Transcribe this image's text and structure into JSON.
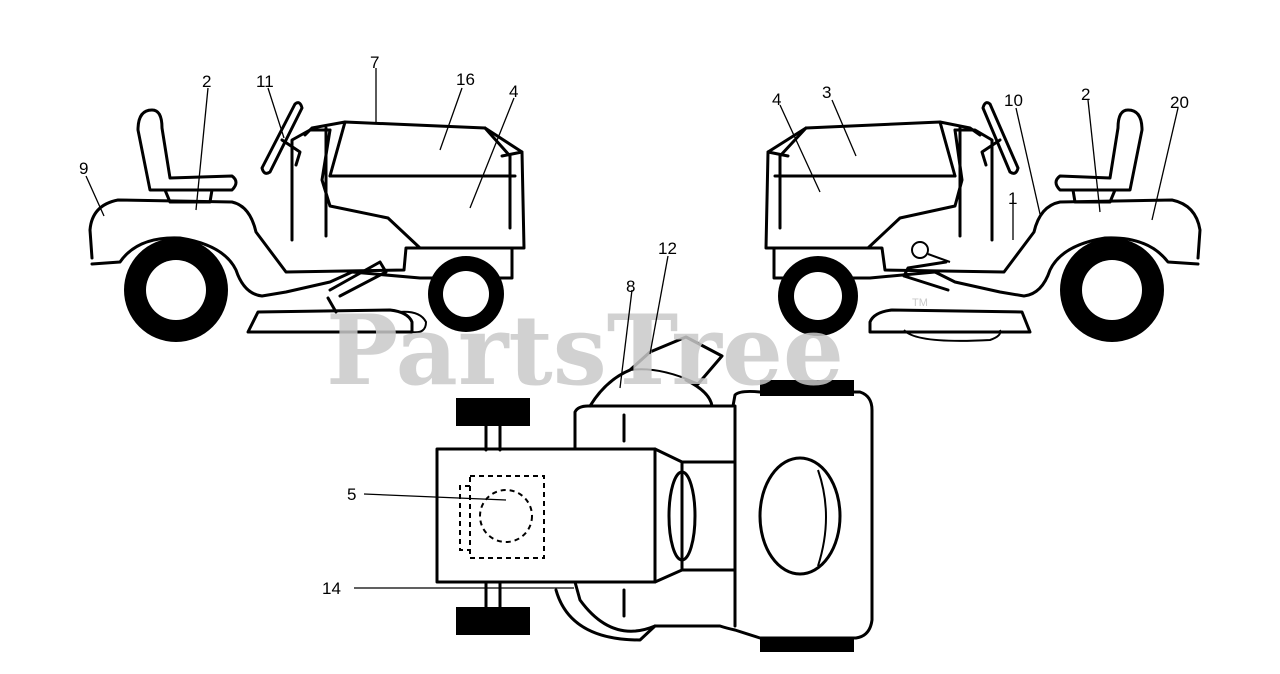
{
  "watermark": {
    "text": "PartsTree",
    "mark": "TM"
  },
  "callouts": {
    "left": [
      "9",
      "2",
      "11",
      "7",
      "16",
      "4"
    ],
    "right": [
      "4",
      "3",
      "10",
      "2",
      "20",
      "1"
    ],
    "top": [
      "12",
      "8",
      "5",
      "14"
    ]
  }
}
